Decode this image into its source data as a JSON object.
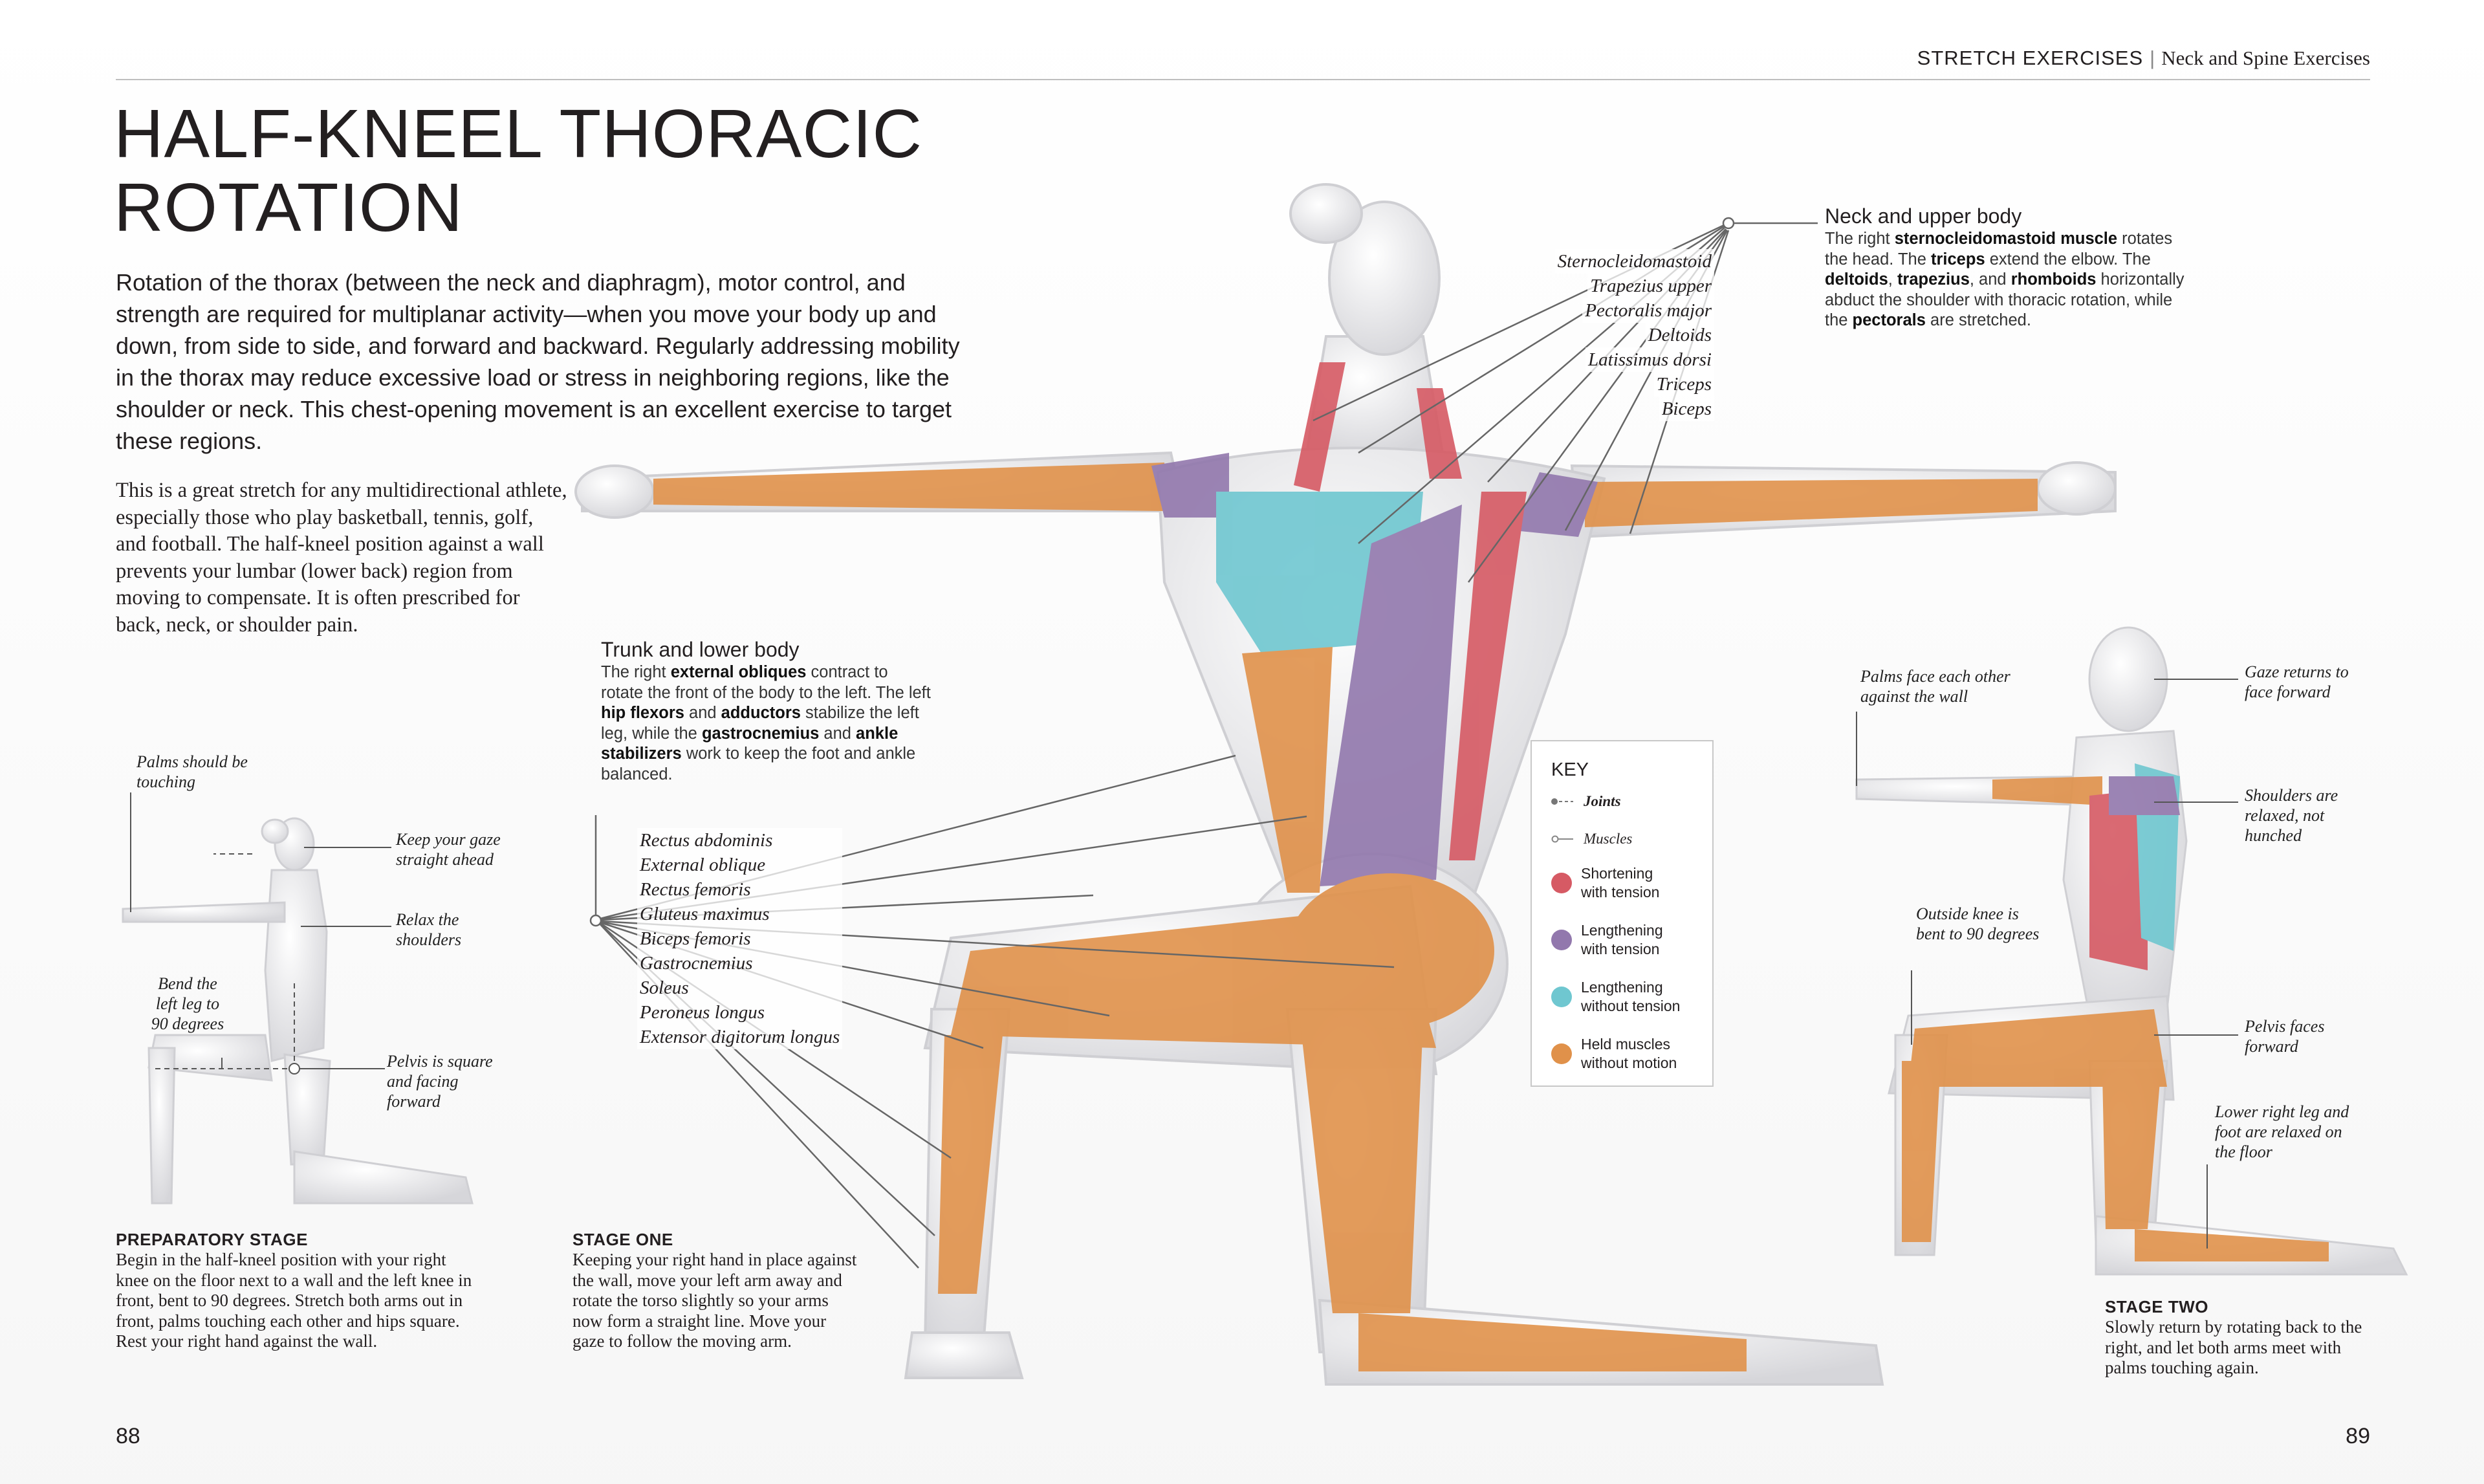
{
  "header": {
    "section": "STRETCH EXERCISES",
    "subsection": "Neck and Spine Exercises"
  },
  "title": {
    "line1": "HALF-KNEEL THORACIC",
    "line2": "ROTATION"
  },
  "intro": "Rotation of the thorax (between the neck and diaphragm), motor control, and strength are required for multiplanar activity—when you move your body up and down, from side to side, and forward and backward. Regularly addressing mobility in the thorax may reduce excessive load or stress in neighboring regions, like the shoulder or neck. This chest-opening movement is an excellent exercise to target these regions.",
  "detail": "This is a great stretch for any multidirectional athlete, especially those who play basketball, tennis, golf, and football. The half-kneel position against a wall prevents your lumbar (lower back) region from moving to compensate. It is often prescribed for back, neck, or shoulder pain.",
  "neck_box": {
    "heading": "Neck and upper body",
    "body": [
      {
        "t": "The right "
      },
      {
        "b": "sternocleidomastoid muscle"
      },
      {
        "t": " rotates the head. The "
      },
      {
        "b": "triceps"
      },
      {
        "t": " extend the elbow. The "
      },
      {
        "b": "deltoids"
      },
      {
        "t": ", "
      },
      {
        "b": "trapezius"
      },
      {
        "t": ", and "
      },
      {
        "b": "rhomboids"
      },
      {
        "t": " horizontally abduct the shoulder with thoracic rotation, while the "
      },
      {
        "b": "pectorals"
      },
      {
        "t": " are stretched."
      }
    ]
  },
  "trunk_box": {
    "heading": "Trunk and lower body",
    "body": [
      {
        "t": "The right "
      },
      {
        "b": "external obliques"
      },
      {
        "t": " contract to rotate the front of the body to the left. The left "
      },
      {
        "b": "hip flexors"
      },
      {
        "t": " and "
      },
      {
        "b": "adductors"
      },
      {
        "t": " stabilize the left leg, while the "
      },
      {
        "b": "gastrocnemius"
      },
      {
        "t": " and "
      },
      {
        "b": "ankle stabilizers"
      },
      {
        "t": " work to keep the foot and ankle balanced."
      }
    ]
  },
  "upper_muscles": [
    "Sternocleidomastoid",
    "Trapezius upper",
    "Pectoralis major",
    "Deltoids",
    "Latissimus dorsi",
    "Triceps",
    "Biceps"
  ],
  "lower_muscles": [
    "Rectus abdominis",
    "External oblique",
    "Rectus femoris",
    "Gluteus maximus",
    "Biceps femoris",
    "Gastrocnemius",
    "Soleus",
    "Peroneus longus",
    "Extensor digitorum longus"
  ],
  "key": {
    "title": "KEY",
    "joints": "Joints",
    "muscles": "Muscles",
    "items": [
      {
        "label1": "Shortening",
        "label2": "with tension",
        "color": "#d65a64"
      },
      {
        "label1": "Lengthening",
        "label2": "with tension",
        "color": "#9278ad"
      },
      {
        "label1": "Lengthening",
        "label2": "without tension",
        "color": "#6fc7d0"
      },
      {
        "label1": "Held muscles",
        "label2": "without motion",
        "color": "#e0914a"
      }
    ]
  },
  "prep_notes": {
    "palms": "Palms should be touching",
    "gaze": "Keep your gaze straight ahead",
    "relax": "Relax the shoulders",
    "bend": "Bend the left leg to 90 degrees",
    "pelvis": "Pelvis is square and facing forward"
  },
  "stage_two_notes": {
    "palms": "Palms face each other against the wall",
    "gaze": "Gaze returns to face forward",
    "shoulders": "Shoulders are relaxed, not hunched",
    "knee": "Outside knee is bent to 90 degrees",
    "pelvis": "Pelvis faces forward",
    "leg": "Lower right leg and foot are relaxed on the floor"
  },
  "stages": {
    "prep": {
      "heading": "PREPARATORY STAGE",
      "text": "Begin in the half-kneel position with your right knee on the floor next to a wall and the left knee in front, bent to 90 degrees. Stretch both arms out in front, palms touching each other and hips square. Rest your right hand against the wall."
    },
    "one": {
      "heading": "STAGE ONE",
      "text": "Keeping your right hand in place against the wall, move your left arm away and rotate the torso slightly so your arms now form a straight line. Move your gaze to follow the moving arm."
    },
    "two": {
      "heading": "STAGE TWO",
      "text": "Slowly return by rotating back to the right, and let both arms meet with palms touching again."
    }
  },
  "pages": {
    "left": "88",
    "right": "89"
  },
  "colors": {
    "shortening": "#d65a64",
    "lengthening_tension": "#9278ad",
    "lengthening_no_tension": "#6fc7d0",
    "held": "#e0914a",
    "body": "#e9e9eb"
  }
}
